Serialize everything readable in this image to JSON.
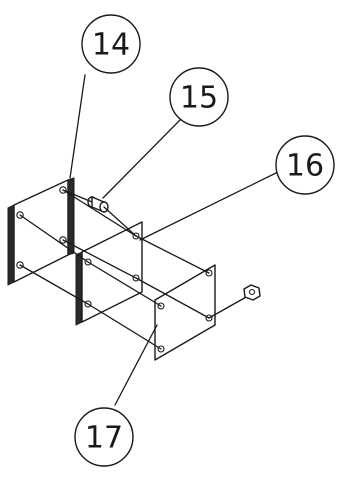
{
  "balloons": [
    {
      "number": "14"
    },
    {
      "number": "15"
    },
    {
      "number": "16"
    },
    {
      "number": "17"
    }
  ]
}
